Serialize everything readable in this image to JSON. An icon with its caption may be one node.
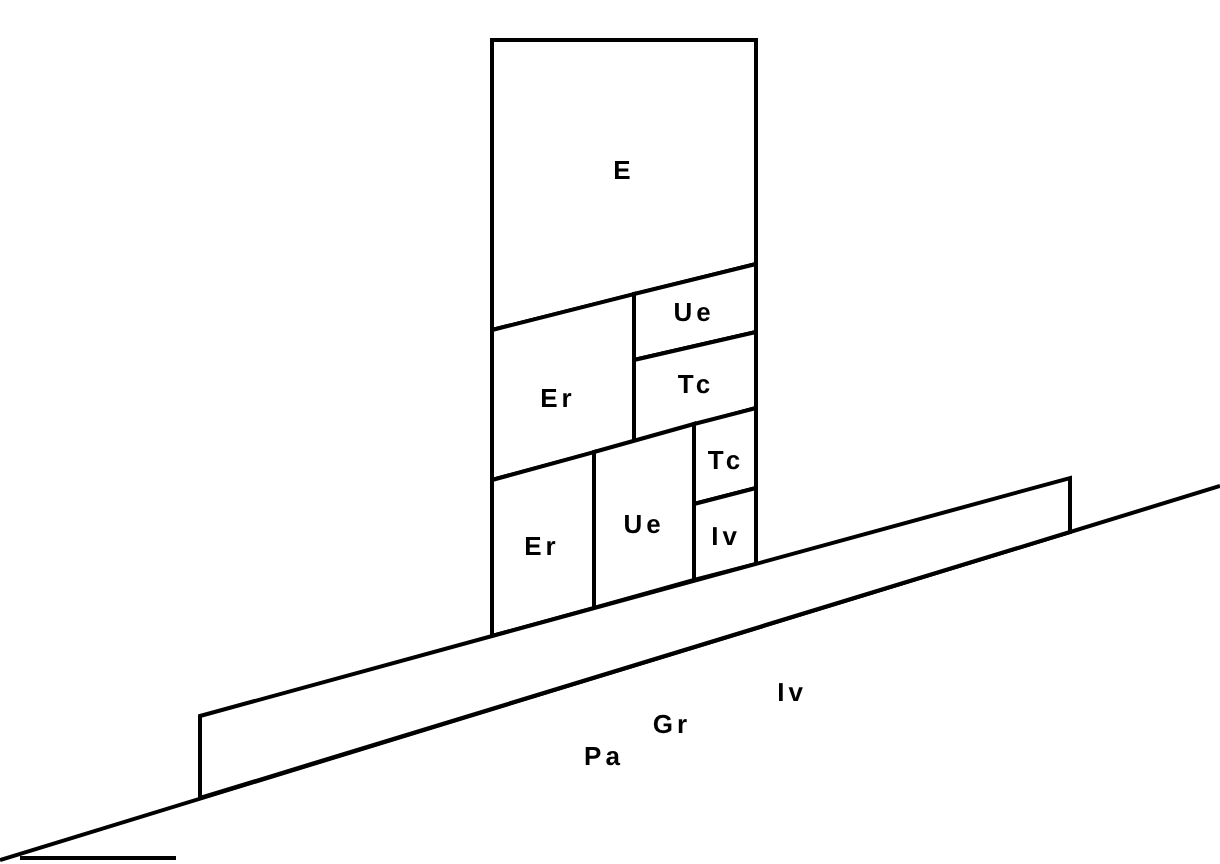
{
  "diagram": {
    "nodes": [
      {
        "text": [
          "E"
        ]
      },
      {
        "text": [
          "Ue"
        ]
      },
      {
        "text": [
          "Er"
        ]
      },
      {
        "text": [
          "Tc"
        ]
      },
      {
        "text": [
          "Er"
        ]
      },
      {
        "text": [
          "Ue"
        ]
      },
      {
        "text": [
          "Tc"
        ]
      },
      {
        "text": [
          "Iv"
        ]
      },
      {
        "text": [],
        "shape": "bar"
      }
    ],
    "edges": [],
    "labels": [
      "Pa",
      "Gr",
      "Iv"
    ]
  }
}
